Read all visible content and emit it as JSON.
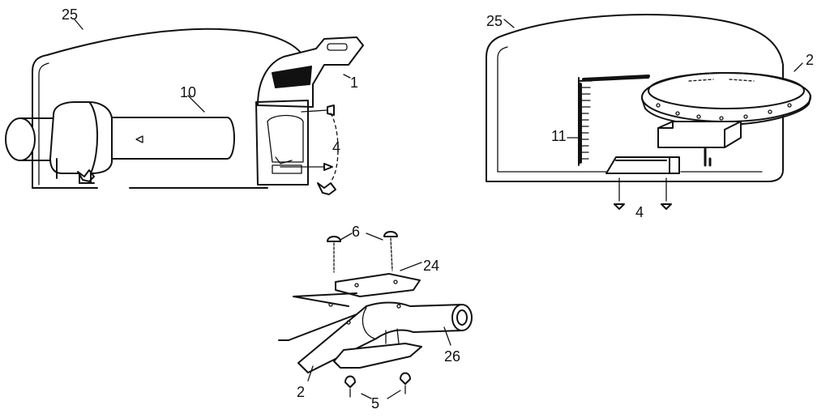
{
  "callouts": {
    "left_panel": "25",
    "left_tube": "10",
    "left_bracket": "1",
    "left_screws": "4",
    "right_panel": "25",
    "right_ring": "2",
    "right_plate": "11",
    "right_screws": "4",
    "bottom_bolts_top": "6",
    "bottom_plate_top": "24",
    "bottom_tube": "26",
    "bottom_tube_long": "2",
    "bottom_bolts_bottom": "5"
  }
}
